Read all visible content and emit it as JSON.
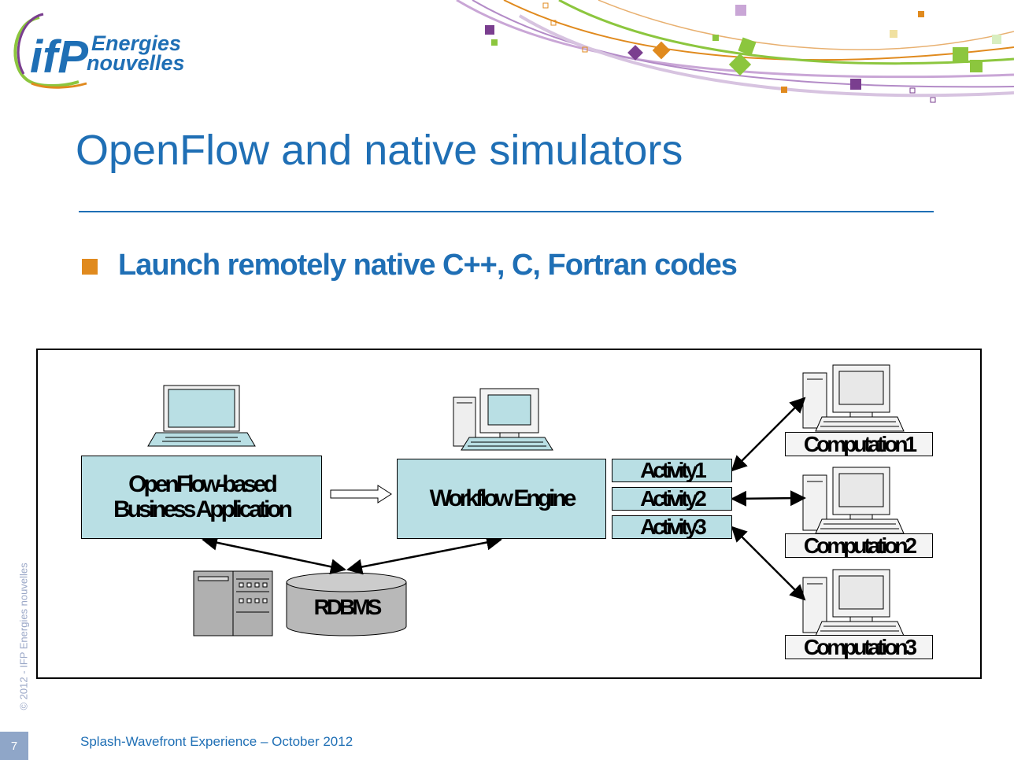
{
  "logo": {
    "letters": "ifP",
    "line1": "Energies",
    "line2": "nouvelles"
  },
  "title": "OpenFlow and native simulators",
  "bullet": "Launch remotely native C++, C, Fortran codes",
  "diagram": {
    "app_line1": "OpenFlow-based",
    "app_line2": "Business Application",
    "engine": "Workflow Engine",
    "activities": [
      "Activity1",
      "Activity2",
      "Activity3"
    ],
    "database": "RDBMS",
    "computers": [
      "Computation1",
      "Computation2",
      "Computation3"
    ]
  },
  "copyright": "© 2012 - IFP Energies nouvelles",
  "page_number": "7",
  "footer": "Splash-Wavefront Experience – October 2012",
  "colors": {
    "title": "#1f6fb5",
    "bullet": "#e08a1e",
    "box_fill": "#b9dfe4"
  }
}
